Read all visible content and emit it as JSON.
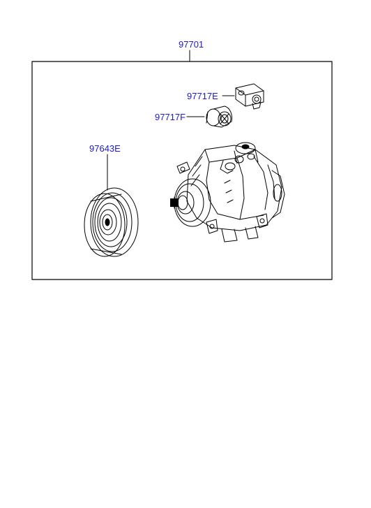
{
  "diagram": {
    "callouts": {
      "assembly": "97701",
      "part_e": "97717E",
      "part_f": "97717F",
      "pulley": "97643E"
    },
    "label_color": "#1a1ad6",
    "line_color": "#000000"
  }
}
